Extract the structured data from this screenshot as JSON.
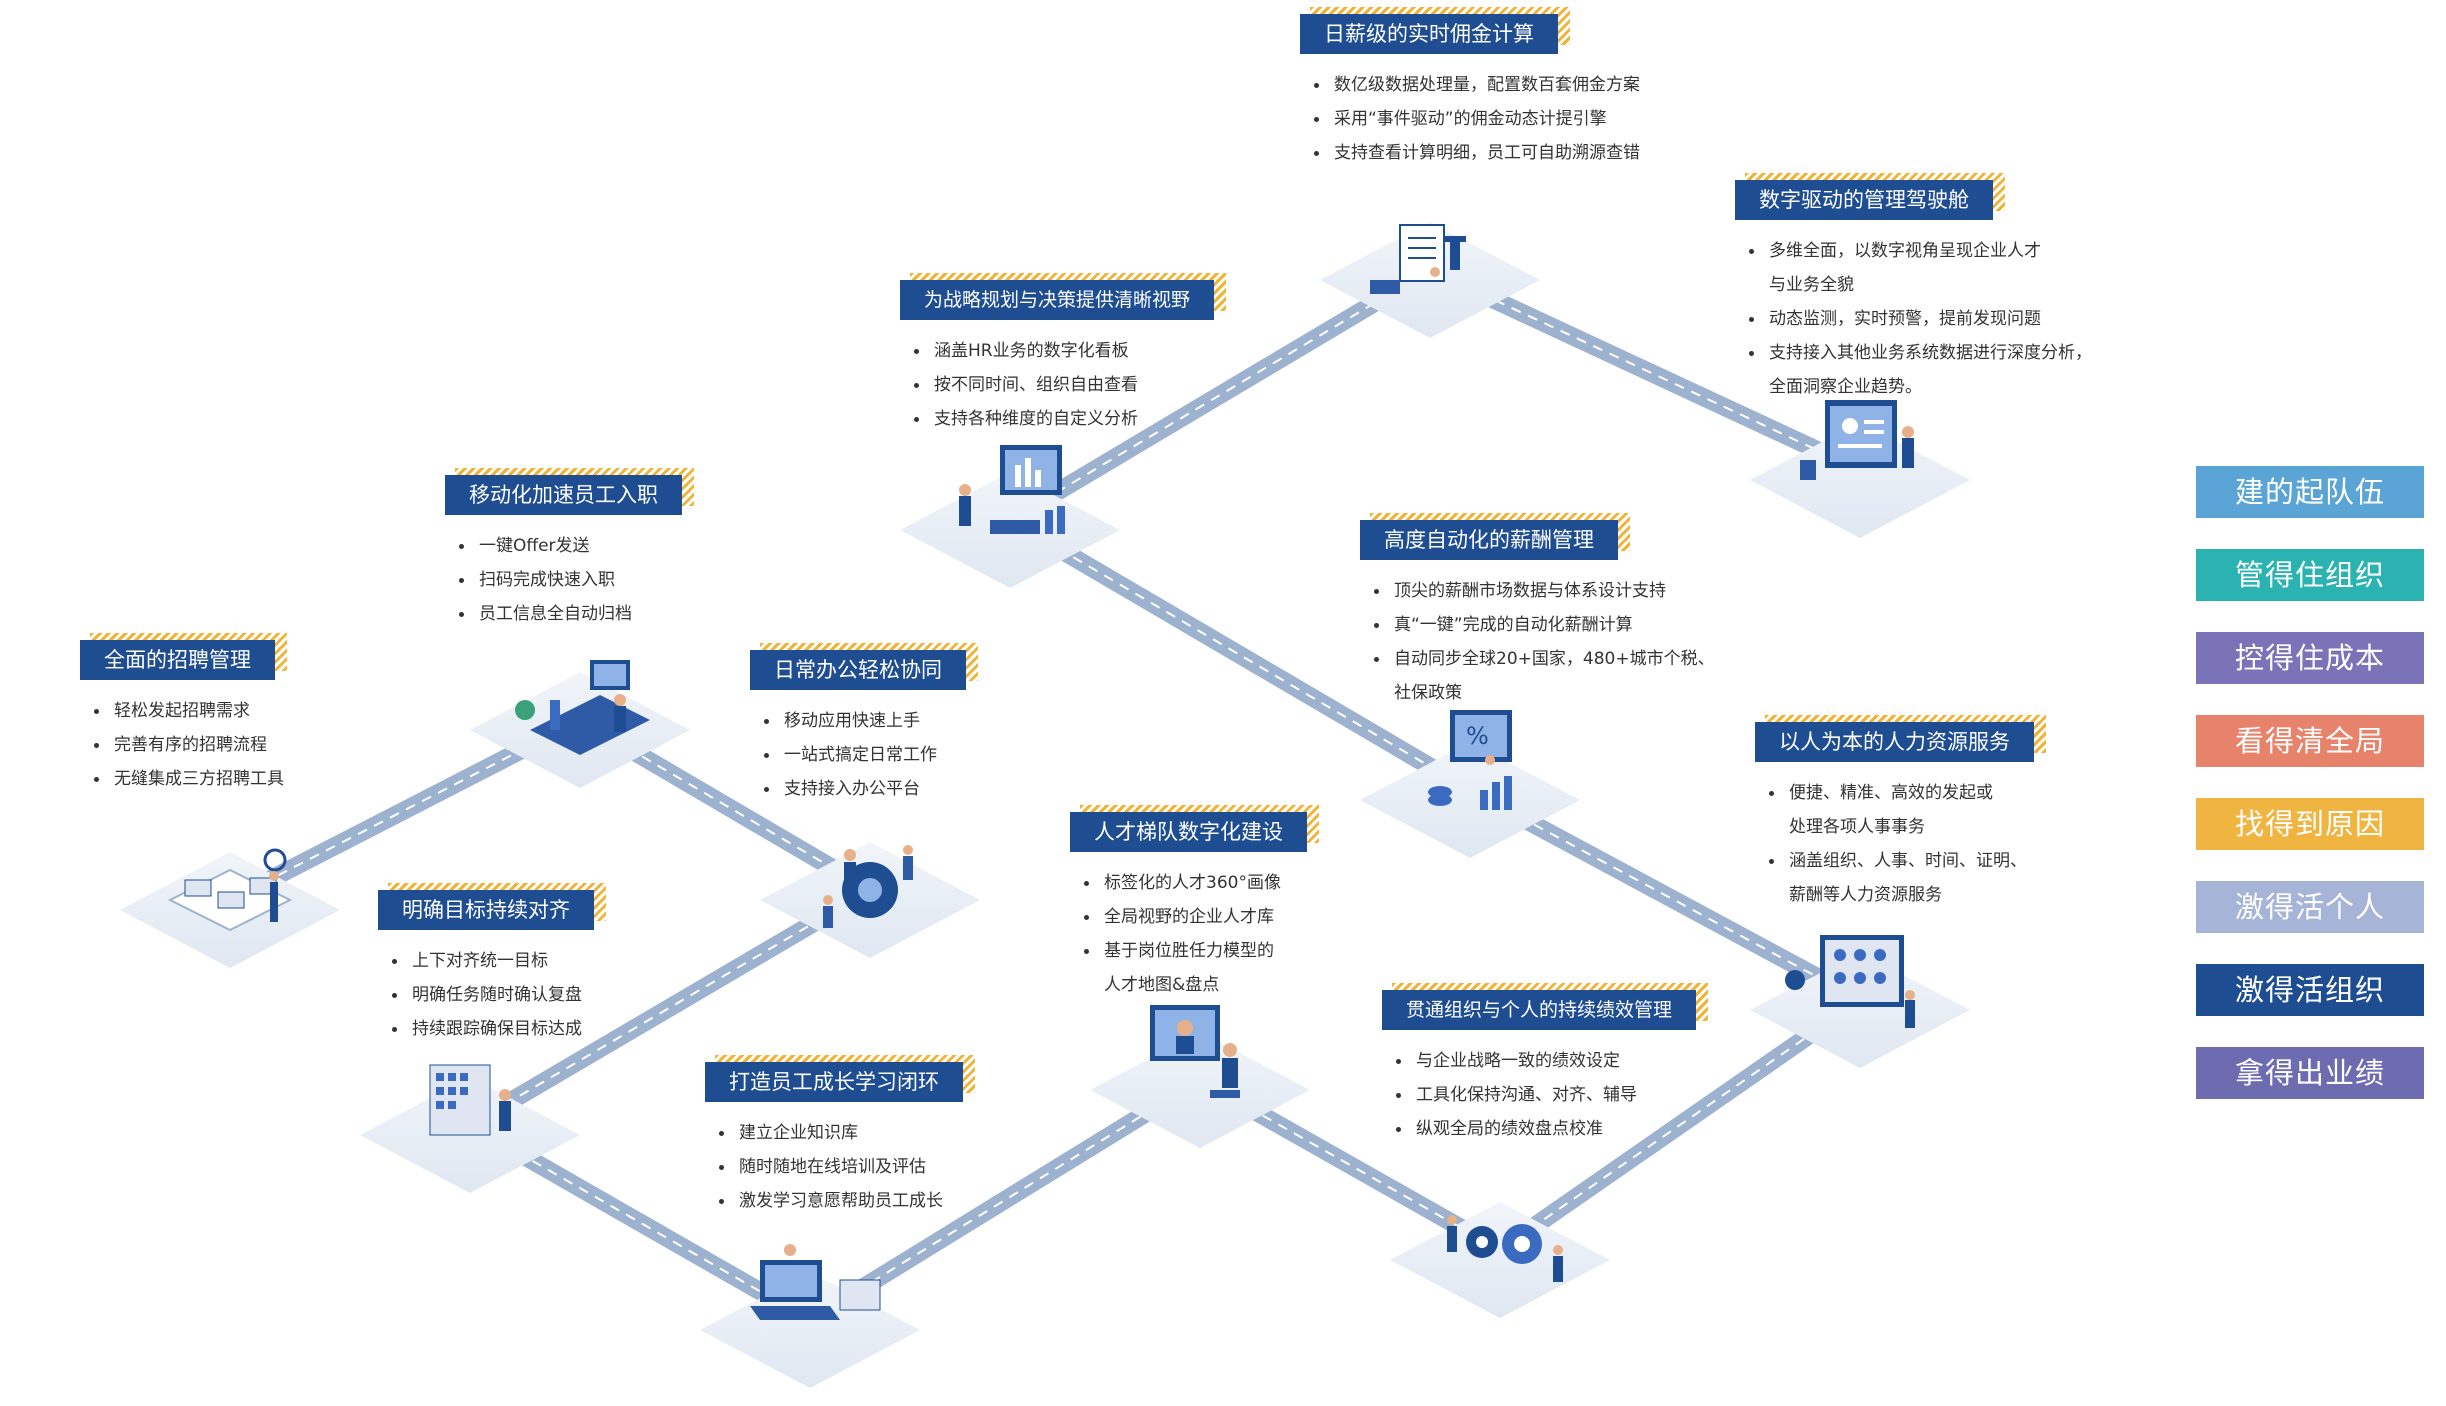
{
  "colors": {
    "road": "#9db2cf",
    "roadDash": "#ffffff",
    "titleBg": "#1e4d92",
    "hatch": "#f2b233",
    "platform": "#e8eef6"
  },
  "nodes": [
    {
      "id": "recruit",
      "title": "全面的招聘管理",
      "bullets": [
        {
          "text": "轻松发起招聘需求",
          "cont": false
        },
        {
          "text": "完善有序的招聘流程",
          "cont": false
        },
        {
          "text": "无缝集成三方招聘工具",
          "cont": false
        }
      ]
    },
    {
      "id": "onboard",
      "title": "移动化加速员工入职",
      "bullets": [
        {
          "text": "一键Offer发送",
          "cont": false
        },
        {
          "text": "扫码完成快速入职",
          "cont": false
        },
        {
          "text": "员工信息全自动归档",
          "cont": false
        }
      ]
    },
    {
      "id": "office",
      "title": "日常办公轻松协同",
      "bullets": [
        {
          "text": "移动应用快速上手",
          "cont": false
        },
        {
          "text": "一站式搞定日常工作",
          "cont": false
        },
        {
          "text": "支持接入办公平台",
          "cont": false
        }
      ]
    },
    {
      "id": "strategy",
      "title": "为战略规划与决策提供清晰视野",
      "bullets": [
        {
          "text": "涵盖HR业务的数字化看板",
          "cont": false
        },
        {
          "text": "按不同时间、组织自由查看",
          "cont": false
        },
        {
          "text": "支持各种维度的自定义分析",
          "cont": false
        }
      ]
    },
    {
      "id": "commission",
      "title": "日薪级的实时佣金计算",
      "bullets": [
        {
          "text": "数亿级数据处理量，配置数百套佣金方案",
          "cont": false
        },
        {
          "text": "采用“事件驱动”的佣金动态计提引擎",
          "cont": false
        },
        {
          "text": "支持查看计算明细，员工可自助溯源查错",
          "cont": false
        }
      ]
    },
    {
      "id": "cockpit",
      "title": "数字驱动的管理驾驶舱",
      "bullets": [
        {
          "text": "多维全面，以数字视角呈现企业人才",
          "cont": false
        },
        {
          "text": "与业务全貌",
          "cont": true
        },
        {
          "text": "动态监测，实时预警，提前发现问题",
          "cont": false
        },
        {
          "text": "支持接入其他业务系统数据进行深度分析，",
          "cont": false
        },
        {
          "text": "全面洞察企业趋势。",
          "cont": true
        }
      ]
    },
    {
      "id": "salary",
      "title": "高度自动化的薪酬管理",
      "bullets": [
        {
          "text": "顶尖的薪酬市场数据与体系设计支持",
          "cont": false
        },
        {
          "text": "真“一键”完成的自动化薪酬计算",
          "cont": false
        },
        {
          "text": "自动同步全球20+国家，480+城市个税、",
          "cont": false
        },
        {
          "text": "社保政策",
          "cont": true
        }
      ]
    },
    {
      "id": "people",
      "title": "以人为本的人力资源服务",
      "bullets": [
        {
          "text": "便捷、精准、高效的发起或",
          "cont": false
        },
        {
          "text": "处理各项人事事务",
          "cont": true
        },
        {
          "text": "涵盖组织、人事、时间、证明、",
          "cont": false
        },
        {
          "text": "薪酬等人力资源服务",
          "cont": true
        }
      ]
    },
    {
      "id": "talent",
      "title": "人才梯队数字化建设",
      "bullets": [
        {
          "text": "标签化的人才360°画像",
          "cont": false
        },
        {
          "text": "全局视野的企业人才库",
          "cont": false
        },
        {
          "text": "基于岗位胜任力模型的",
          "cont": false
        },
        {
          "text": "人才地图&盘点",
          "cont": true
        }
      ]
    },
    {
      "id": "goal",
      "title": "明确目标持续对齐",
      "bullets": [
        {
          "text": "上下对齐统一目标",
          "cont": false
        },
        {
          "text": "明确任务随时确认复盘",
          "cont": false
        },
        {
          "text": "持续跟踪确保目标达成",
          "cont": false
        }
      ]
    },
    {
      "id": "learning",
      "title": "打造员工成长学习闭环",
      "bullets": [
        {
          "text": "建立企业知识库",
          "cont": false
        },
        {
          "text": "随时随地在线培训及评估",
          "cont": false
        },
        {
          "text": "激发学习意愿帮助员工成长",
          "cont": false
        }
      ]
    },
    {
      "id": "performance",
      "title": "贯通组织与个人的持续绩效管理",
      "bullets": [
        {
          "text": "与企业战略一致的绩效设定",
          "cont": false
        },
        {
          "text": "工具化保持沟通、对齐、辅导",
          "cont": false
        },
        {
          "text": "纵观全局的绩效盘点校准",
          "cont": false
        }
      ]
    }
  ],
  "legend": [
    {
      "label": "建的起队伍",
      "color": "#5aa5d6"
    },
    {
      "label": "管得住组织",
      "color": "#2bb3b1"
    },
    {
      "label": "控得住成本",
      "color": "#7a73b8"
    },
    {
      "label": "看得清全局",
      "color": "#e8836b"
    },
    {
      "label": "找得到原因",
      "color": "#f0b540"
    },
    {
      "label": "激得活个人",
      "color": "#a6b4d8"
    },
    {
      "label": "激得活组织",
      "color": "#1e4d92"
    },
    {
      "label": "拿得出业绩",
      "color": "#6e6cb0"
    }
  ]
}
